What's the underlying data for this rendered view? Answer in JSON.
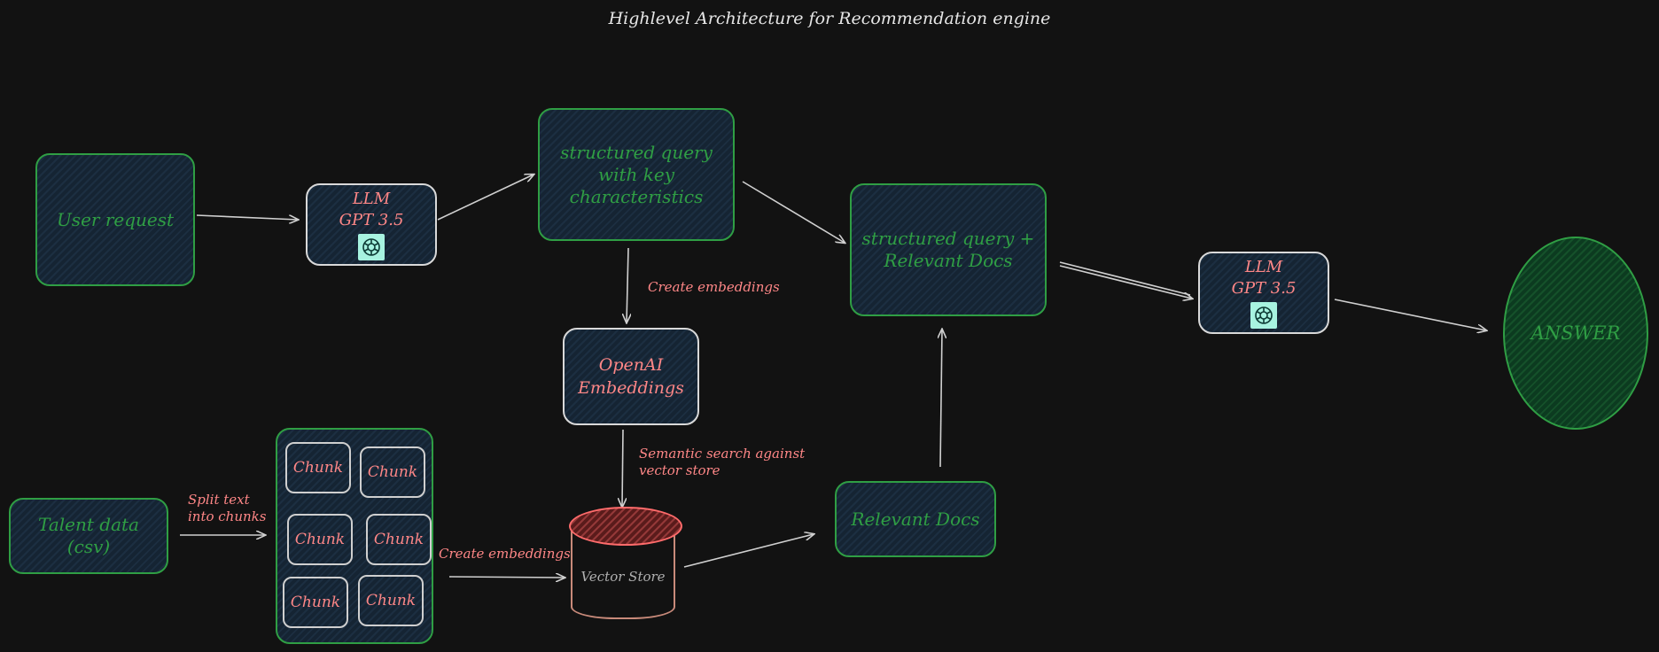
{
  "title": "Highlevel Architecture for Recommendation engine",
  "nodes": {
    "user_request": "User request",
    "llm1_line1": "LLM",
    "llm1_line2": "GPT 3.5",
    "structured_query": [
      "structured query",
      "with key",
      "characteristics"
    ],
    "structured_query_docs": [
      "structured query +",
      "Relevant Docs"
    ],
    "llm2_line1": "LLM",
    "llm2_line2": "GPT 3.5",
    "answer": "ANSWER",
    "openai_embeddings": [
      "OpenAI",
      "Embeddings"
    ],
    "talent_data": [
      "Talent data",
      "(csv)"
    ],
    "chunks": [
      "Chunk",
      "Chunk",
      "Chunk",
      "Chunk",
      "Chunk",
      "Chunk"
    ],
    "vector_store": "Vector Store",
    "relevant_docs": "Relevant Docs"
  },
  "edge_labels": {
    "create_embeddings_1": "Create embeddings",
    "semantic_search": [
      "Semantic search against",
      "vector store"
    ],
    "split_text": [
      "Split text",
      "into chunks"
    ],
    "create_embeddings_2": "Create embeddings"
  },
  "colors": {
    "green": "#2f9e44",
    "salmon": "#ff8787",
    "arrow": "#d0d0d0"
  },
  "icons": {
    "gpt": "openai-logo-icon"
  }
}
